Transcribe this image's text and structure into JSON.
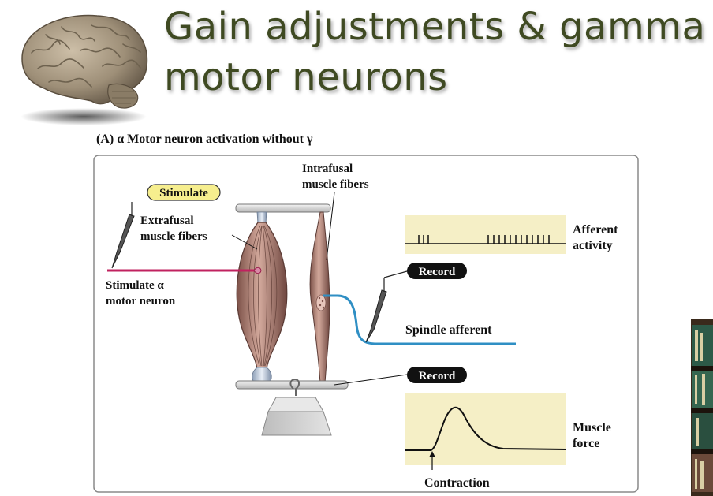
{
  "slide": {
    "title_line1": "Gain adjustments & gamma",
    "title_line2": "motor neurons"
  },
  "figure": {
    "panel_caption": "(A)  α Motor neuron activation without γ",
    "labels": {
      "stimulate_badge": "Stimulate",
      "extrafusal_line1": "Extrafusal",
      "extrafusal_line2": "muscle fibers",
      "intrafusal_line1": "Intrafusal",
      "intrafusal_line2": "muscle fibers",
      "stimulate_motor_line1": "Stimulate α",
      "stimulate_motor_line2": "motor neuron",
      "record_badge_1": "Record",
      "record_badge_2": "Record",
      "spindle_afferent": "Spindle afferent",
      "afferent_line1": "Afferent",
      "afferent_line2": "activity",
      "muscle_force_line1": "Muscle",
      "muscle_force_line2": "force",
      "contraction": "Contraction"
    },
    "colors": {
      "motor_nerve": "#c0225f",
      "spindle_afferent": "#2f8fc4",
      "recording_bg": "#f5efc6",
      "badge_yellow": "#f6ee8e",
      "muscle": "#b98c82"
    }
  }
}
